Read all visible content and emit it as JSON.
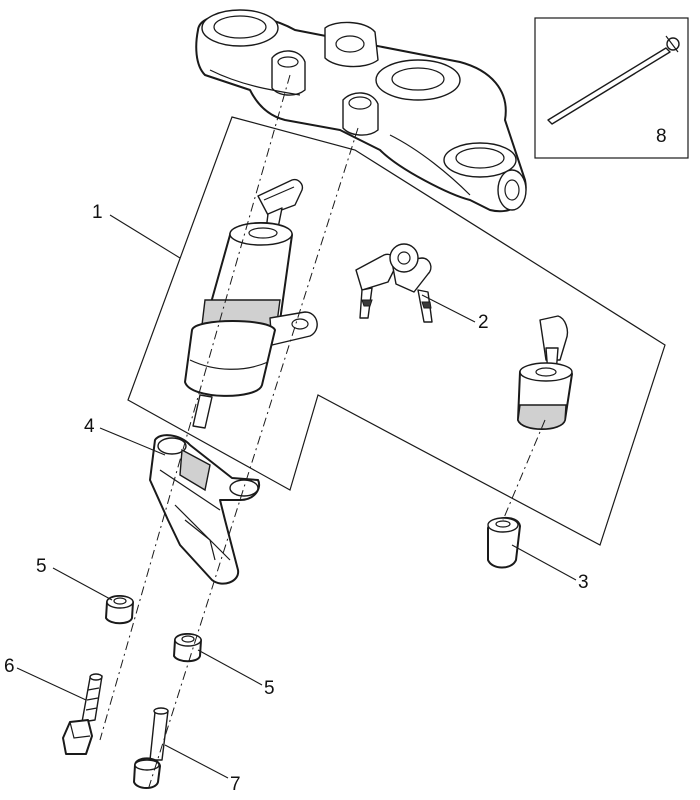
{
  "diagram": {
    "callouts": [
      {
        "label": "1"
      },
      {
        "label": "2"
      },
      {
        "label": "3"
      },
      {
        "label": "4"
      },
      {
        "label": "5"
      },
      {
        "label": "5"
      },
      {
        "label": "6"
      },
      {
        "label": "7"
      },
      {
        "label": "8"
      }
    ]
  },
  "colors": {
    "line": "#1a1a1a",
    "shade": "#d0d0d0",
    "background": "#ffffff"
  }
}
